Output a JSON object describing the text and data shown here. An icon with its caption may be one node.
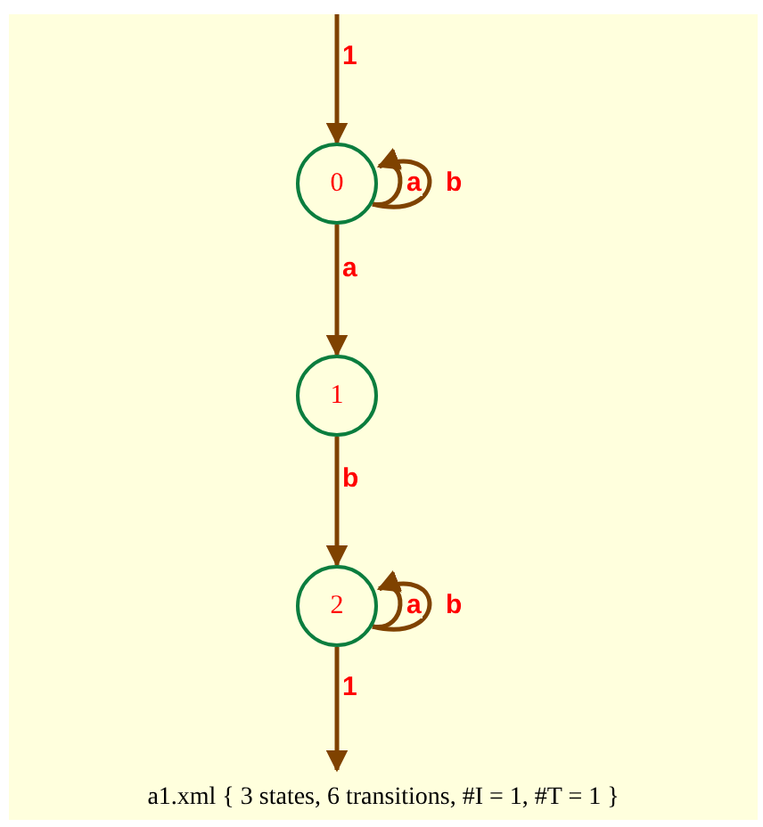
{
  "diagram": {
    "caption": "a1.xml { 3 states, 6 transitions, #I = 1, #T = 1 }",
    "nodes": [
      {
        "text": [
          "0"
        ]
      },
      {
        "text": [
          "1"
        ]
      },
      {
        "text": [
          "2"
        ]
      }
    ],
    "edges": [
      {
        "from": null,
        "to": 0,
        "arrow": "to",
        "label": "1"
      },
      {
        "from": 0,
        "to": 0,
        "arrow": "to",
        "label": "a"
      },
      {
        "from": 0,
        "to": 0,
        "arrow": "to",
        "label": "b"
      },
      {
        "from": 0,
        "to": 1,
        "arrow": "to",
        "label": "a"
      },
      {
        "from": 1,
        "to": 2,
        "arrow": "to",
        "label": "b"
      },
      {
        "from": 2,
        "to": 2,
        "arrow": "to",
        "label": "a"
      },
      {
        "from": 2,
        "to": 2,
        "arrow": "to",
        "label": "b"
      },
      {
        "from": 2,
        "to": null,
        "arrow": "to",
        "label": "1"
      }
    ]
  }
}
